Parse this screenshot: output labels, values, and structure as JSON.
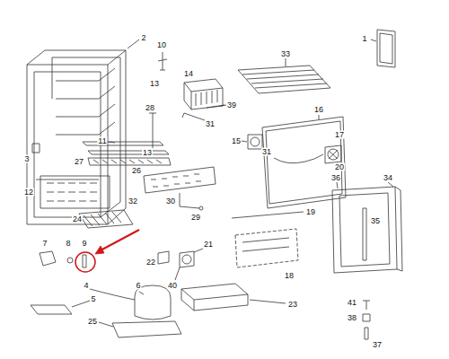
{
  "diagram": {
    "labels": [
      "2",
      "1",
      "10",
      "33",
      "13",
      "14",
      "39",
      "28",
      "31",
      "16",
      "15",
      "17",
      "31",
      "20",
      "11",
      "13",
      "3",
      "27",
      "26",
      "12",
      "32",
      "30",
      "29",
      "24",
      "19",
      "36",
      "34",
      "35",
      "18",
      "7",
      "8",
      "9",
      "22",
      "21",
      "40",
      "4",
      "6",
      "5",
      "23",
      "41",
      "38",
      "25",
      "37"
    ]
  }
}
